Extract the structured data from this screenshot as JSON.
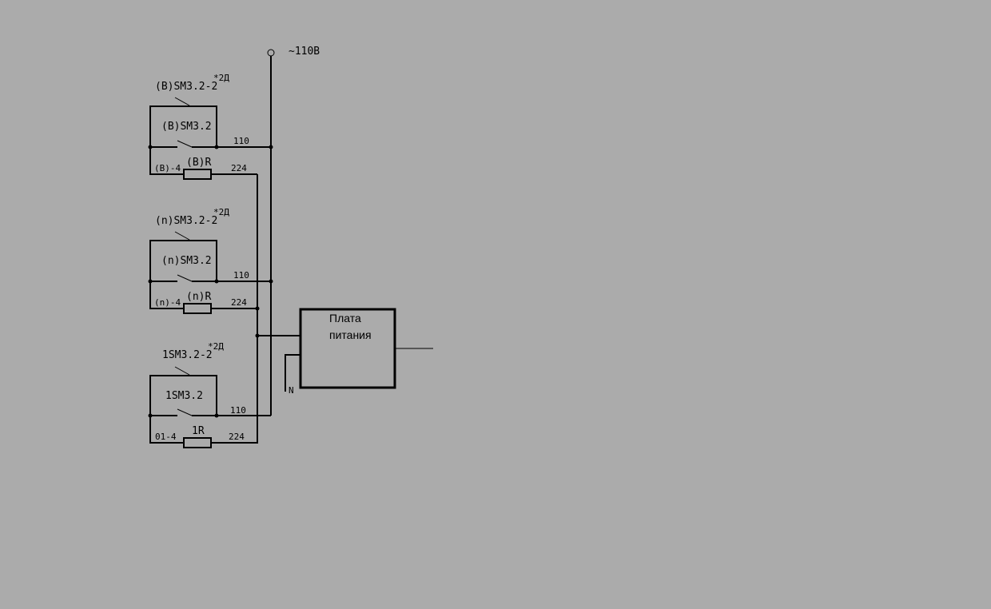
{
  "supply": {
    "label": "~110В"
  },
  "rungs": [
    {
      "top_switch": "(B)SM3.2-2",
      "top_note": "*2Д",
      "inner_switch": "(B)SM3.2",
      "wire_110": "110",
      "left_wire": "(B)-4",
      "resistor": "(B)R",
      "wire_224": "224"
    },
    {
      "top_switch": "(n)SM3.2-2",
      "top_note": "*2Д",
      "inner_switch": "(n)SM3.2",
      "wire_110": "110",
      "left_wire": "(n)-4",
      "resistor": "(n)R",
      "wire_224": "224"
    },
    {
      "top_switch": "1SM3.2-2",
      "top_note": "*2Д",
      "inner_switch": "1SM3.2",
      "wire_110": "110",
      "left_wire": "01-4",
      "resistor": "1R",
      "wire_224": "224"
    }
  ],
  "board": {
    "line1": "Плата",
    "line2": "питания",
    "neutral": "N"
  },
  "colors": {
    "background": "#ababab",
    "lines": "#000000"
  }
}
